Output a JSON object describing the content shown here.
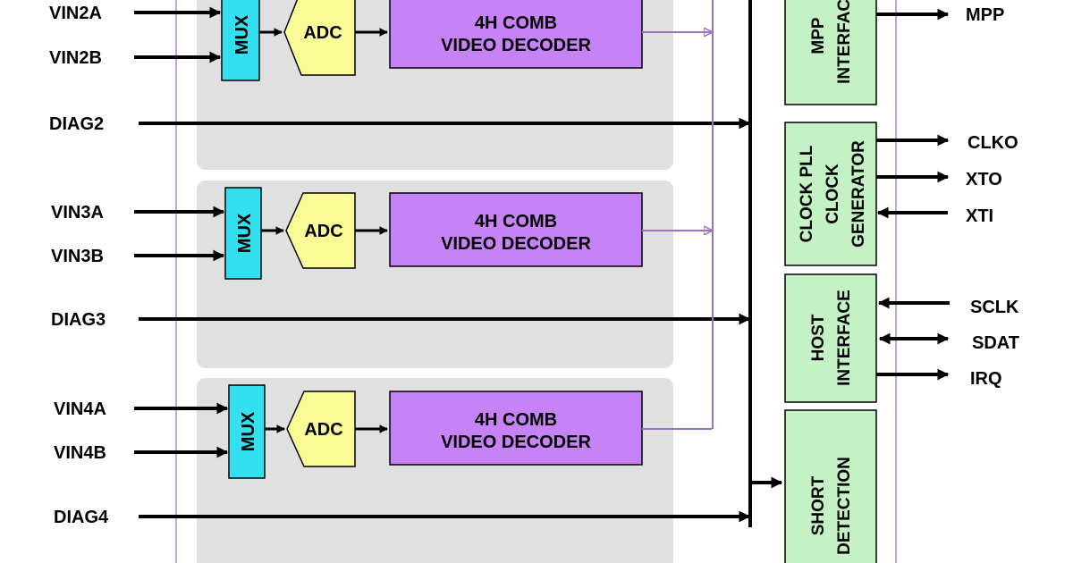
{
  "channels": [
    {
      "in_a": "VIN2A",
      "in_b": "VIN2B",
      "diag": "DIAG2",
      "mux": "MUX",
      "adc": "ADC",
      "decoder_line1": "4H COMB",
      "decoder_line2": "VIDEO DECODER"
    },
    {
      "in_a": "VIN3A",
      "in_b": "VIN3B",
      "diag": "DIAG3",
      "mux": "MUX",
      "adc": "ADC",
      "decoder_line1": "4H COMB",
      "decoder_line2": "VIDEO DECODER"
    },
    {
      "in_a": "VIN4A",
      "in_b": "VIN4B",
      "diag": "DIAG4",
      "mux": "MUX",
      "adc": "ADC",
      "decoder_line1": "4H COMB",
      "decoder_line2": "VIDEO DECODER"
    }
  ],
  "right_blocks": {
    "mpp": {
      "line1": "MPP",
      "line2": "INTERFACE",
      "pin": "MPP"
    },
    "clock": {
      "line1": "CLOCK PLL",
      "line2": "CLOCK",
      "line3": "GENERATOR",
      "pins": [
        "CLKO",
        "XTO",
        "XTI"
      ]
    },
    "host": {
      "line1": "HOST",
      "line2": "INTERFACE",
      "pins": [
        "SCLK",
        "SDAT",
        "IRQ"
      ]
    },
    "short": {
      "line1": "SHORT",
      "line2": "DETECTION"
    }
  },
  "colors": {
    "channel_panel": "#e0e0e0",
    "mux": "#33e0f0",
    "adc": "#fafa96",
    "decoder": "#c882f8",
    "right_block": "#c4f2c4",
    "chip_border": "#c8a0f0",
    "bus": "#a070c0"
  }
}
